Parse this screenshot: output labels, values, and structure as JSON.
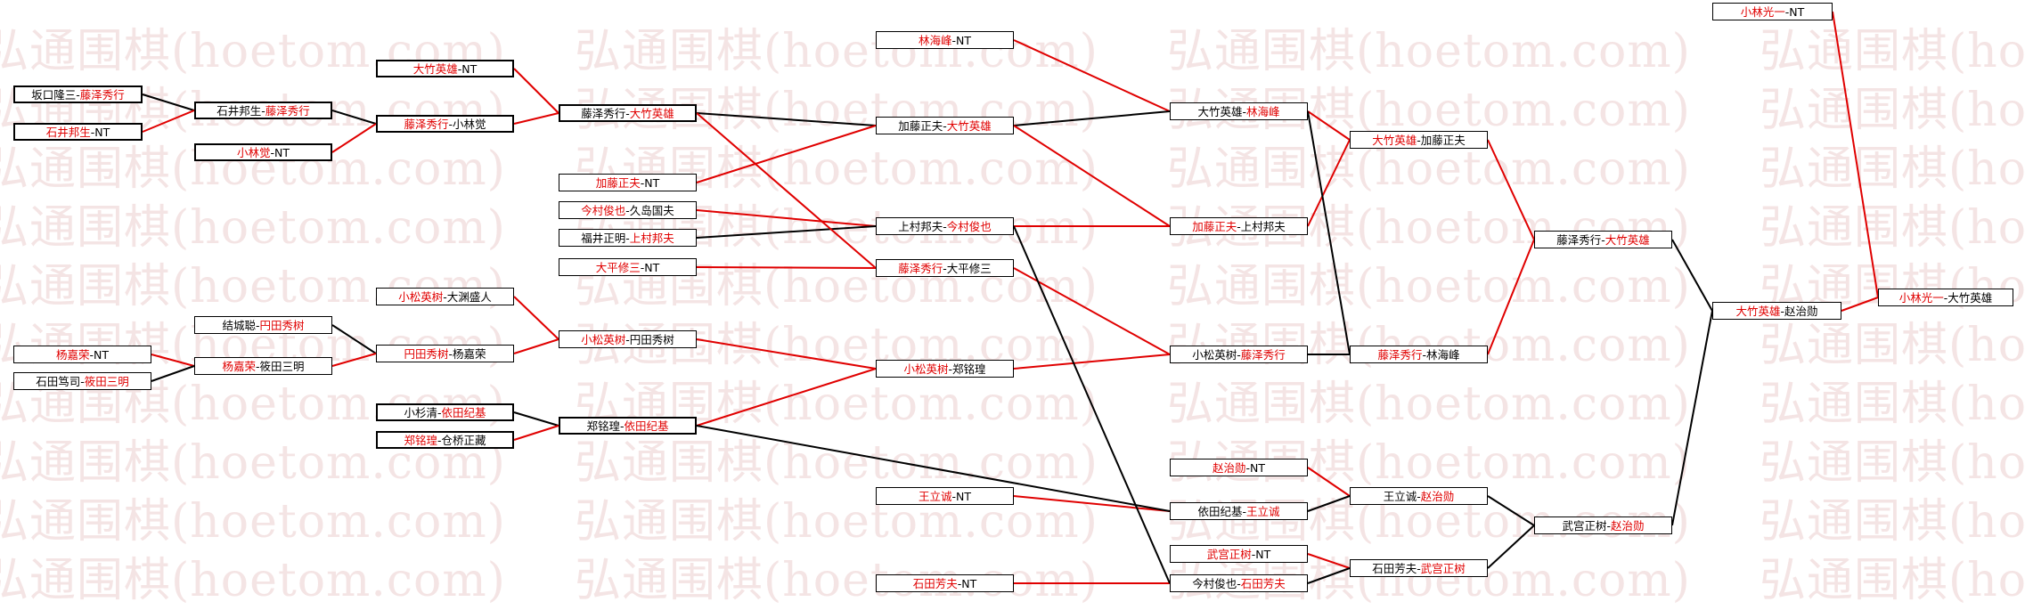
{
  "watermark": {
    "text": "弘通围棋(hoetom.com)"
  },
  "colors": {
    "win_line": "#e00000",
    "lose_line": "#000000",
    "win_text": "#e00000",
    "text": "#000000"
  },
  "matches": [
    {
      "id": "r1_1",
      "p1": "坂口隆三",
      "p2": "藤泽秀行",
      "w": 2,
      "s": "thick"
    },
    {
      "id": "r1_2",
      "p1": "石井邦生",
      "p2": "NT",
      "w": 1,
      "s": "thick"
    },
    {
      "id": "r1_3",
      "p1": "小林觉",
      "p2": "NT",
      "w": 1,
      "s": "thick"
    },
    {
      "id": "r1_4",
      "p1": "杨嘉荣",
      "p2": "NT",
      "w": 1,
      "s": "n"
    },
    {
      "id": "r1_5",
      "p1": "石田笃司",
      "p2": "筱田三明",
      "w": 2,
      "s": "n"
    },
    {
      "id": "r2_1",
      "p1": "石井邦生",
      "p2": "藤泽秀行",
      "w": 2,
      "s": "thick"
    },
    {
      "id": "r2_2",
      "p1": "大竹英雄",
      "p2": "NT",
      "w": 1,
      "s": "thick"
    },
    {
      "id": "r2_3",
      "p1": "藤泽秀行",
      "p2": "小林觉",
      "w": 1,
      "s": "thick"
    },
    {
      "id": "r2_4",
      "p1": "结城聪",
      "p2": "円田秀树",
      "w": 2,
      "s": "n"
    },
    {
      "id": "r2_5",
      "p1": "杨嘉荣",
      "p2": "筱田三明",
      "w": 1,
      "s": "n"
    },
    {
      "id": "r2_6",
      "p1": "小松英树",
      "p2": "大渊盛人",
      "w": 1,
      "s": "n"
    },
    {
      "id": "r2_7",
      "p1": "円田秀树",
      "p2": "杨嘉荣",
      "w": 1,
      "s": "n"
    },
    {
      "id": "r2_8",
      "p1": "小杉清",
      "p2": "依田纪基",
      "w": 2,
      "s": "thick"
    },
    {
      "id": "r2_9",
      "p1": "郑铭瑝",
      "p2": "仓桥正藏",
      "w": 1,
      "s": "thick"
    },
    {
      "id": "r3_1",
      "p1": "藤泽秀行",
      "p2": "大竹英雄",
      "w": 2,
      "s": "thick"
    },
    {
      "id": "r3_2",
      "p1": "加藤正夫",
      "p2": "NT",
      "w": 1,
      "s": "n"
    },
    {
      "id": "r3_3",
      "p1": "今村俊也",
      "p2": "久岛国夫",
      "w": 1,
      "s": "n"
    },
    {
      "id": "r3_4",
      "p1": "福井正明",
      "p2": "上村邦夫",
      "w": 2,
      "s": "n"
    },
    {
      "id": "r3_5",
      "p1": "大平修三",
      "p2": "NT",
      "w": 1,
      "s": "n"
    },
    {
      "id": "r3_6",
      "p1": "小松英树",
      "p2": "円田秀树",
      "w": 1,
      "s": "n"
    },
    {
      "id": "r3_7",
      "p1": "郑铭瑝",
      "p2": "依田纪基",
      "w": 2,
      "s": "thick"
    },
    {
      "id": "r4_1",
      "p1": "林海峰",
      "p2": "NT",
      "w": 1,
      "s": "n"
    },
    {
      "id": "r4_2",
      "p1": "加藤正夫",
      "p2": "大竹英雄",
      "w": 2,
      "s": "n"
    },
    {
      "id": "r4_3",
      "p1": "上村邦夫",
      "p2": "今村俊也",
      "w": 2,
      "s": "n"
    },
    {
      "id": "r4_4",
      "p1": "藤泽秀行",
      "p2": "大平修三",
      "w": 1,
      "s": "n"
    },
    {
      "id": "r4_5",
      "p1": "小松英树",
      "p2": "郑铭瑝",
      "w": 1,
      "s": "n"
    },
    {
      "id": "r4_6",
      "p1": "王立诚",
      "p2": "NT",
      "w": 1,
      "s": "n"
    },
    {
      "id": "r4_7",
      "p1": "石田芳夫",
      "p2": "NT",
      "w": 1,
      "s": "n"
    },
    {
      "id": "r5_1",
      "p1": "大竹英雄",
      "p2": "林海峰",
      "w": 2,
      "s": "n"
    },
    {
      "id": "r5_2",
      "p1": "加藤正夫",
      "p2": "上村邦夫",
      "w": 1,
      "s": "n"
    },
    {
      "id": "r5_3",
      "p1": "小松英树",
      "p2": "藤泽秀行",
      "w": 2,
      "s": "n"
    },
    {
      "id": "r5_4",
      "p1": "赵治勋",
      "p2": "NT",
      "w": 1,
      "s": "n"
    },
    {
      "id": "r5_5",
      "p1": "依田纪基",
      "p2": "王立诚",
      "w": 2,
      "s": "n"
    },
    {
      "id": "r5_6",
      "p1": "武宫正树",
      "p2": "NT",
      "w": 1,
      "s": "n"
    },
    {
      "id": "r5_7",
      "p1": "今村俊也",
      "p2": "石田芳夫",
      "w": 2,
      "s": "n"
    },
    {
      "id": "r6_1",
      "p1": "大竹英雄",
      "p2": "加藤正夫",
      "w": 1,
      "s": "n"
    },
    {
      "id": "r6_2",
      "p1": "藤泽秀行",
      "p2": "林海峰",
      "w": 1,
      "s": "n"
    },
    {
      "id": "r6_3",
      "p1": "王立诚",
      "p2": "赵治勋",
      "w": 2,
      "s": "n"
    },
    {
      "id": "r6_4",
      "p1": "石田芳夫",
      "p2": "武宫正树",
      "w": 2,
      "s": "n"
    },
    {
      "id": "r7_1",
      "p1": "藤泽秀行",
      "p2": "大竹英雄",
      "w": 2,
      "s": "n"
    },
    {
      "id": "r7_2",
      "p1": "武宫正树",
      "p2": "赵治勋",
      "w": 2,
      "s": "n"
    },
    {
      "id": "r8_1",
      "p1": "大竹英雄",
      "p2": "赵治勋",
      "w": 1,
      "s": "n"
    },
    {
      "id": "r8_2",
      "p1": "小林光一",
      "p2": "NT",
      "w": 1,
      "s": "n"
    },
    {
      "id": "r9_1",
      "p1": "小林光一",
      "p2": "大竹英雄",
      "w": 1,
      "s": "n"
    }
  ],
  "links": [
    [
      "r1_1",
      "r2_1",
      2
    ],
    [
      "r1_2",
      "r2_1",
      1
    ],
    [
      "r2_1",
      "r2_3",
      2
    ],
    [
      "r1_3",
      "r2_3",
      1
    ],
    [
      "r2_2",
      "r3_1",
      1
    ],
    [
      "r2_3",
      "r3_1",
      1
    ],
    [
      "r1_4",
      "r2_5",
      1
    ],
    [
      "r1_5",
      "r2_5",
      2
    ],
    [
      "r2_4",
      "r2_7",
      2
    ],
    [
      "r2_5",
      "r2_7",
      1
    ],
    [
      "r2_6",
      "r3_6",
      1
    ],
    [
      "r2_7",
      "r3_6",
      1
    ],
    [
      "r2_8",
      "r3_7",
      2
    ],
    [
      "r2_9",
      "r3_7",
      1
    ],
    [
      "r3_1",
      "r4_2",
      2
    ],
    [
      "r3_2",
      "r4_2",
      1
    ],
    [
      "r3_3",
      "r4_3",
      1
    ],
    [
      "r3_4",
      "r4_3",
      2
    ],
    [
      "r3_1",
      "r4_4",
      1
    ],
    [
      "r3_5",
      "r4_4",
      1
    ],
    [
      "r3_6",
      "r4_5",
      1
    ],
    [
      "r3_7",
      "r4_5",
      1
    ],
    [
      "r4_1",
      "r5_1",
      1
    ],
    [
      "r4_2",
      "r5_1",
      2
    ],
    [
      "r4_2",
      "r5_2",
      1
    ],
    [
      "r4_3",
      "r5_2",
      1
    ],
    [
      "r4_4",
      "r5_3",
      1
    ],
    [
      "r4_5",
      "r5_3",
      1
    ],
    [
      "r4_6",
      "r5_5",
      1
    ],
    [
      "r3_7",
      "r5_5",
      2
    ],
    [
      "r4_7",
      "r5_7",
      1
    ],
    [
      "r4_3",
      "r5_7",
      2
    ],
    [
      "r5_1",
      "r6_1",
      1
    ],
    [
      "r5_2",
      "r6_1",
      1
    ],
    [
      "r5_1",
      "r6_2",
      2
    ],
    [
      "r5_3",
      "r6_2",
      2
    ],
    [
      "r5_4",
      "r6_3",
      1
    ],
    [
      "r5_5",
      "r6_3",
      2
    ],
    [
      "r5_6",
      "r6_4",
      1
    ],
    [
      "r5_7",
      "r6_4",
      2
    ],
    [
      "r6_1",
      "r7_1",
      1
    ],
    [
      "r6_2",
      "r7_1",
      1
    ],
    [
      "r6_3",
      "r7_2",
      2
    ],
    [
      "r6_4",
      "r7_2",
      2
    ],
    [
      "r7_1",
      "r8_1",
      2
    ],
    [
      "r7_2",
      "r8_1",
      2
    ],
    [
      "r8_1",
      "r9_1",
      1
    ],
    [
      "r8_2",
      "r9_1",
      1
    ]
  ]
}
